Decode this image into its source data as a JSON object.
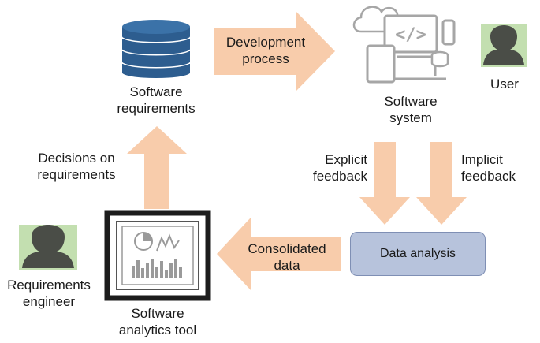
{
  "diagram": {
    "nodes": {
      "software_requirements": "Software\nrequirements",
      "software_system": "Software\nsystem",
      "user": "User",
      "data_analysis": "Data analysis",
      "software_analytics_tool": "Software\nanalytics tool",
      "requirements_engineer": "Requirements\nengineer"
    },
    "edges": {
      "development_process": "Development\nprocess",
      "explicit_feedback": "Explicit\nfeedback",
      "implicit_feedback": "Implicit\nfeedback",
      "consolidated_data": "Consolidated\ndata",
      "decisions_on_requirements": "Decisions on\nrequirements"
    }
  },
  "colors": {
    "arrow_fill": "#f8ccab",
    "database_blue": "#2d5d8f",
    "avatar_bg": "#c3dfb0",
    "avatar_figure": "#4a4d47",
    "device_gray": "#a6a6a6",
    "data_box_fill": "#b7c3dc"
  },
  "icons": {
    "database": "database-icon",
    "devices": "devices-icon",
    "user_avatar": "user-avatar-icon",
    "engineer_avatar": "engineer-avatar-icon",
    "analytics_tool": "analytics-tool-icon"
  }
}
